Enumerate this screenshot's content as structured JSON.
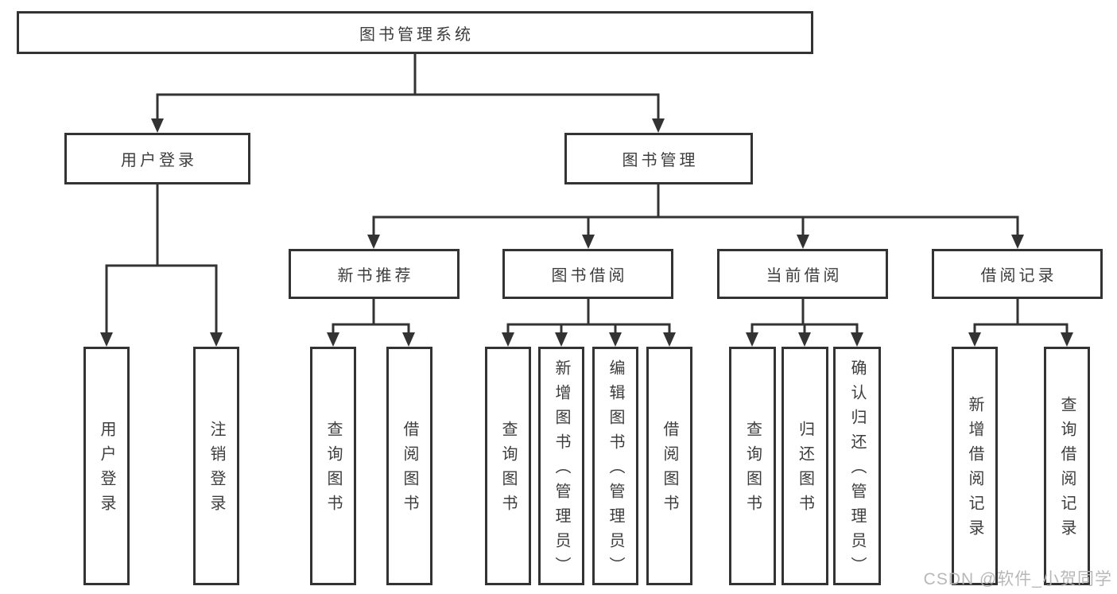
{
  "colors": {
    "line": "#333333",
    "text": "#3d3d3d",
    "background": "#ffffff",
    "watermark": "#b5b5b5"
  },
  "watermark": {
    "text": "CSDN @软件_小贺同学"
  },
  "tree": {
    "root": {
      "label": "图书管理系统",
      "children": [
        {
          "label": "用户登录",
          "children": [
            {
              "label": "用户登录"
            },
            {
              "label": "注销登录"
            }
          ]
        },
        {
          "label": "图书管理",
          "children": [
            {
              "label": "新书推荐",
              "children": [
                {
                  "label": "查询图书"
                },
                {
                  "label": "借阅图书"
                }
              ]
            },
            {
              "label": "图书借阅",
              "children": [
                {
                  "label": "查询图书"
                },
                {
                  "label": "新增图书（管理员）"
                },
                {
                  "label": "编辑图书（管理员）"
                },
                {
                  "label": "借阅图书"
                }
              ]
            },
            {
              "label": "当前借阅",
              "children": [
                {
                  "label": "查询图书"
                },
                {
                  "label": "归还图书"
                },
                {
                  "label": "确认归还（管理员）"
                }
              ]
            },
            {
              "label": "借阅记录",
              "children": [
                {
                  "label": "新增借阅记录"
                },
                {
                  "label": "查询借阅记录"
                }
              ]
            }
          ]
        }
      ]
    }
  }
}
